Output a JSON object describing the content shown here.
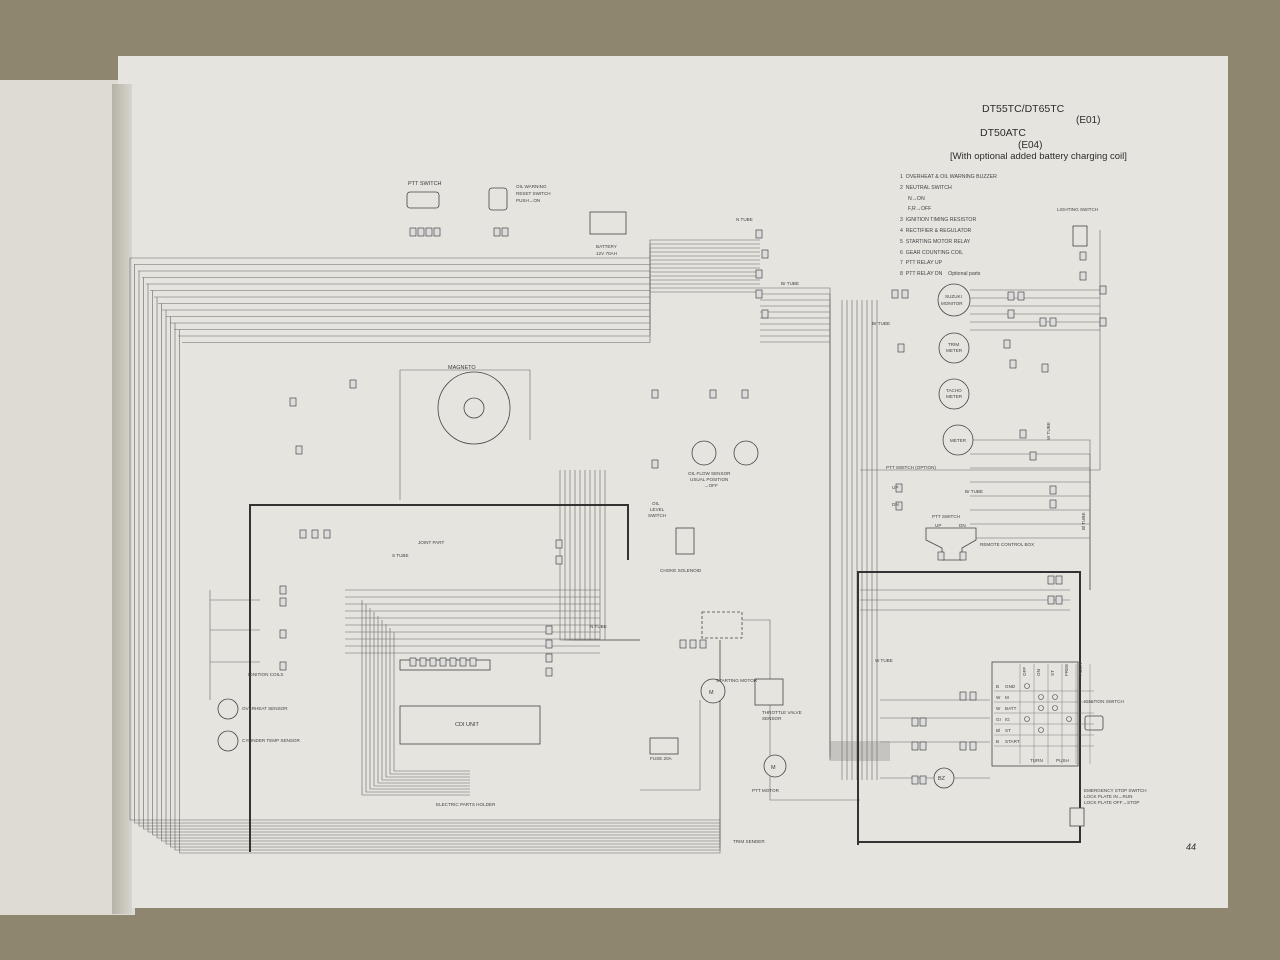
{
  "titles": {
    "model_1": "DT55TC/DT65TC",
    "code_1": "(E01)",
    "model_2": "DT50ATC",
    "code_2": "(E04)",
    "note": "[With optional added battery charging coil]"
  },
  "legend": [
    {
      "num": "1",
      "text": "OVERHEAT & OIL WARNING BUZZER"
    },
    {
      "num": "2",
      "text": "NEUTRAL SWITCH"
    },
    {
      "num": "",
      "text": "N→ON"
    },
    {
      "num": "",
      "text": "F,R→OFF"
    },
    {
      "num": "3",
      "text": "IGNITION TIMING RESISTOR"
    },
    {
      "num": "4",
      "text": "RECTIFIER & REGULATOR"
    },
    {
      "num": "5",
      "text": "STARTING MOTOR RELAY"
    },
    {
      "num": "6",
      "text": "GEAR COUNTING COIL"
    },
    {
      "num": "7",
      "text": "PTT RELAY UP"
    },
    {
      "num": "8",
      "text": "PTT RELAY DN"
    }
  ],
  "optional_parts": "Optional parts",
  "labels": {
    "ptt_switch": "PTT SWITCH",
    "oil_warning_1": "OIL WARNING",
    "oil_warning_2": "RESET SWITCH",
    "oil_warning_3": "PUSH→ON",
    "battery_1": "BATTERY",
    "battery_2": "12V 70AH",
    "n_tube": "N TUBE",
    "br_tube": "Br TUBE",
    "br_tube_2": "Br TUBE",
    "lighting_switch": "LIGHTING SWITCH",
    "suzuki_monitor_1": "SUZUKI",
    "suzuki_monitor_2": "MONITOR",
    "trim_meter_1": "TRIM",
    "trim_meter_2": "METER",
    "tacho_meter_1": "TACHO",
    "tacho_meter_2": "METER",
    "meter": "METER",
    "magneto": "MAGNETO",
    "oil_flow_1": "OIL FLOW SENSOR",
    "oil_flow_2": "USUAL POSITION",
    "oil_flow_3": "→OFF",
    "oil_level_1": "OIL",
    "oil_level_2": "LEVEL",
    "oil_level_3": "SWITCH",
    "choke": "CHOKE SOLENOID",
    "ptt_switch_option": "PTT SWITCH (OPTION)",
    "up": "UP",
    "dn": "DN",
    "up_2": "UP",
    "dn_2": "DN",
    "br_tube_3": "Br TUBE",
    "w_tube": "W TUBE",
    "b_tube": "Bl TUBE",
    "ptt_switch_remote": "PTT SWITCH",
    "remote_box": "REMOTE CONTROL BOX",
    "joint_part": "JOINT PART",
    "s_tube": "S TUBE",
    "n_tube_2": "N TUBE",
    "ignition_coils": "IGNITION COILS",
    "overheat": "OVERHEAT SENSOR",
    "cyl_temp": "CYLINDER TEMP SENSOR",
    "cdi": "CDI UNIT",
    "starting_motor": "STARTING MOTOR",
    "m": "M",
    "m_2": "M",
    "throttle_1": "THROTTLE VALVE",
    "throttle_2": "SENSOR",
    "fuse": "FUSE 20A",
    "ptt_motor": "PTT MOTOR",
    "trim_sender": "TRIM SENDER",
    "electric_parts": "ELECTRIC PARTS HOLDER",
    "w_tube_2": "W TUBE",
    "ignition_switch": "IGNITION SWITCH",
    "bz": "BZ",
    "emergency_1": "EMERGENCY STOP SWITCH",
    "emergency_2": "LOCK PLATE IN→RUN",
    "emergency_3": "LOCK PLATE OFF→STOP",
    "sw_turn": "TURN",
    "sw_push": "PUSH"
  },
  "switch_table": {
    "columns": [
      "OFF",
      "ON",
      "ST",
      "FREE",
      "PUSH"
    ],
    "rows": [
      "B",
      "W",
      "W",
      "Gr",
      "Bl",
      "B"
    ],
    "row_labels": [
      "GND",
      "M",
      "BATT",
      "IG",
      "ST",
      "START"
    ]
  },
  "page_number": "44"
}
